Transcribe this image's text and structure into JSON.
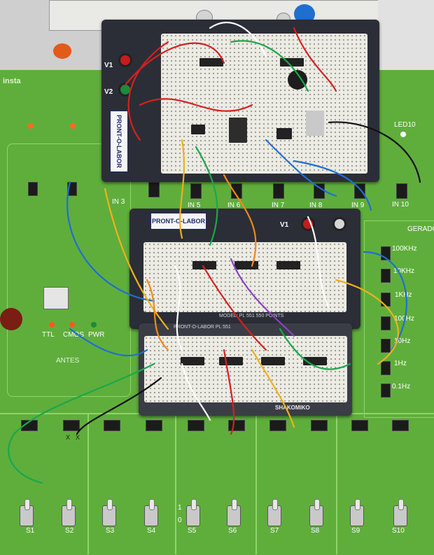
{
  "trainer": {
    "brand": "insta",
    "inputs": [
      "IN 3",
      "IN 5",
      "IN 6",
      "IN 7",
      "IN 8",
      "IN 9",
      "IN 10"
    ],
    "led_label": "LED10",
    "generator_label": "GERADOR",
    "frequencies": [
      "100KHz",
      "10KHz",
      "1KHz",
      "100Hz",
      "10Hz",
      "1Hz",
      "0.1Hz"
    ],
    "power_labels": [
      "TTL",
      "CMOS",
      "PWR"
    ],
    "clock_label": "ANTES",
    "switches": [
      "S1",
      "S2",
      "S3",
      "S4",
      "S5",
      "S6",
      "S7",
      "S8",
      "S9",
      "S10"
    ],
    "switch_levels": [
      "1",
      "0"
    ],
    "x_marks": [
      "X",
      "X"
    ]
  },
  "breadboard_top": {
    "terminal_labels": [
      "V1",
      "V2"
    ],
    "logo": "PRONT-O-LABOR"
  },
  "breadboard_mid": {
    "terminal_label": "V1",
    "logo": "PRONT-O-LABOR",
    "model_text": "MODEL: PL 551   550 POINTS"
  },
  "breadboard_bottom": {
    "brand": "SHAKOMIKO",
    "model_text": "PRONT-O-LABOR  PL 551"
  },
  "colors": {
    "board": "#5fae3c",
    "plate": "#2b2e36",
    "breadboard": "#ecebe4",
    "terminal_red": "#c51c1c",
    "terminal_green": "#1f8a3a"
  }
}
